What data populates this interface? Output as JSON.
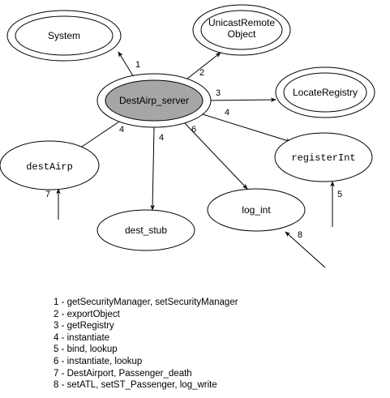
{
  "nodes": {
    "system": "System",
    "unicast_line1": "UnicastRemote",
    "unicast_line2": "Object",
    "server": "DestAirp_server",
    "locate_registry": "LocateRegistry",
    "register_int": "registerInt",
    "dest_airp": "destAirp",
    "dest_stub": "dest_stub",
    "log_int": "log_int"
  },
  "edge_numbers": {
    "to_system": "1",
    "to_unicast": "2",
    "to_locate": "3",
    "to_register": "4",
    "to_dest_airp": "4",
    "to_dest_stub": "4",
    "to_log_int": "6",
    "into_dest_airp": "7",
    "into_register": "5",
    "into_log_int": "8"
  },
  "legend": [
    "1 - getSecurityManager, setSecurityManager",
    "2 - exportObject",
    "3 - getRegistry",
    "4 - instantiate",
    "5 - bind, lookup",
    "6 - instantiate, lookup",
    "7 - DestAirport, Passenger_death",
    "8 - setATL, setST_Passenger, log_write"
  ],
  "colors": {
    "server_fill": "#a6a6a6",
    "stroke": "#000000",
    "background": "#ffffff"
  }
}
